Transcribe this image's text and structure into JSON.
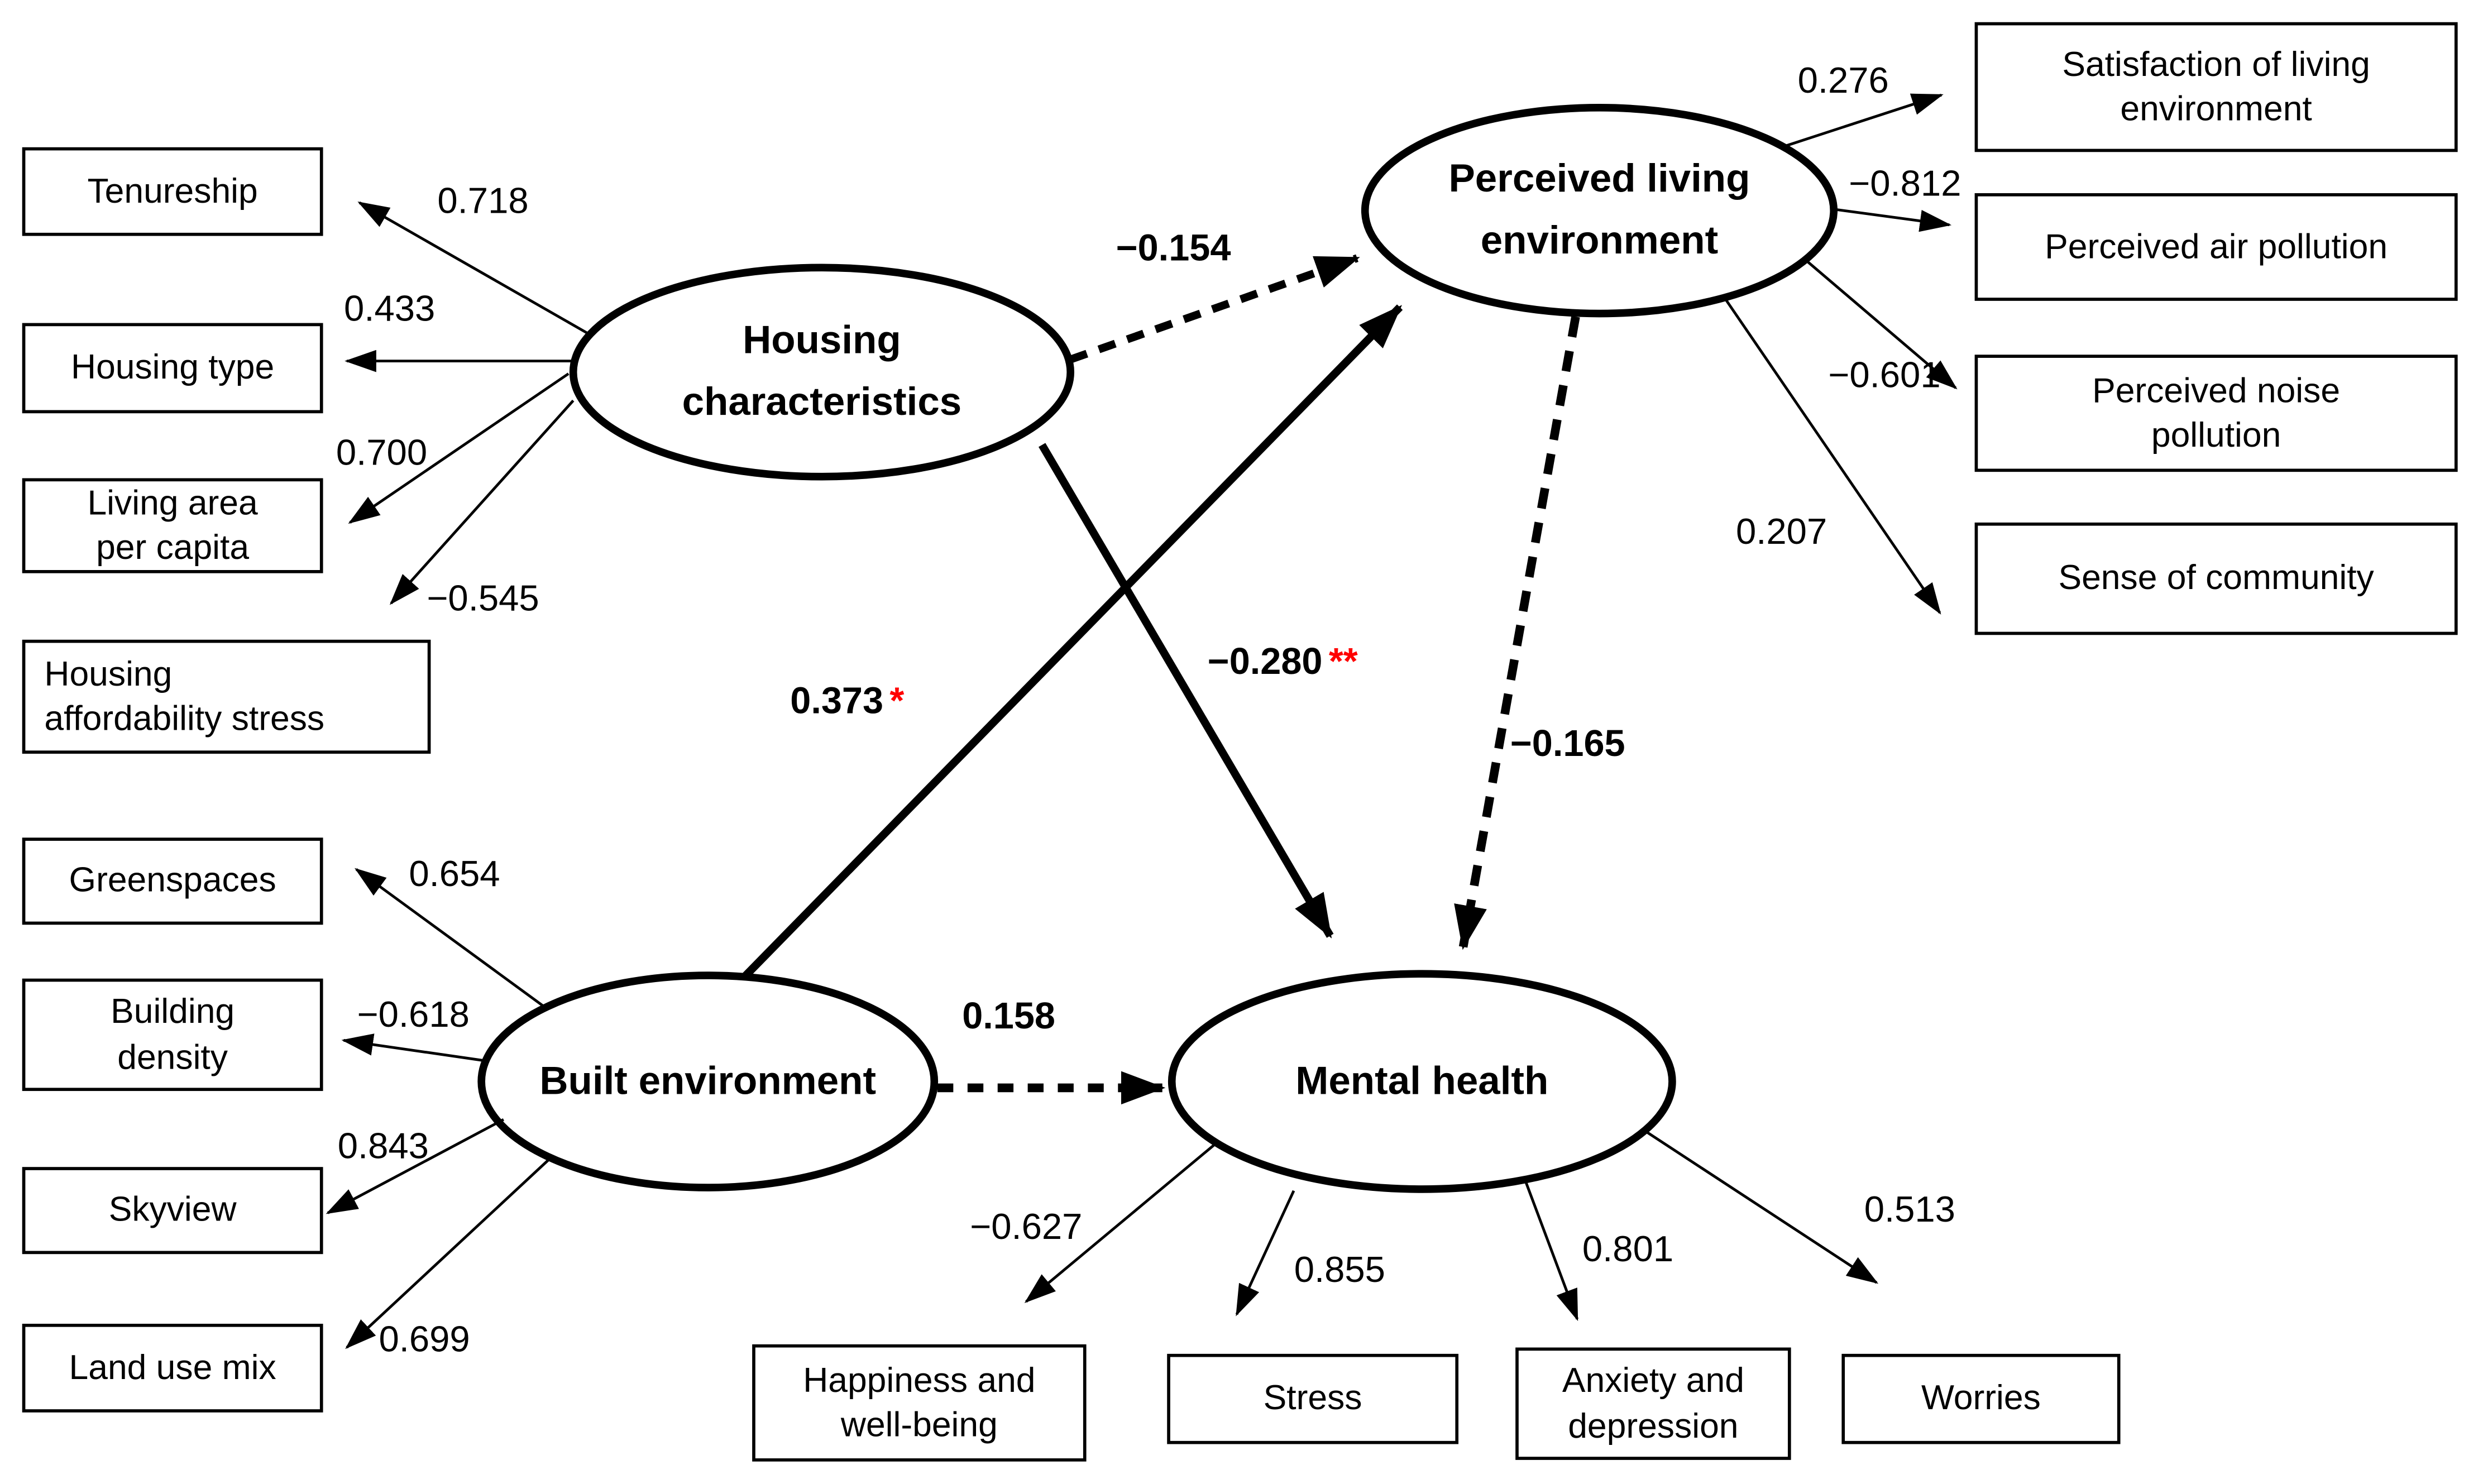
{
  "colors": {
    "line": "#000000",
    "text": "#000000",
    "box_border": "#000000",
    "background": "#ffffff",
    "significance_star": "#ff0000"
  },
  "latent_variables": [
    {
      "id": "housing-characteristics",
      "label": "Housing\ncharacteristics"
    },
    {
      "id": "perceived-living-environment",
      "label": "Perceived living\nenvironment"
    },
    {
      "id": "built-environment",
      "label": "Built environment"
    },
    {
      "id": "mental-health",
      "label": "Mental health"
    }
  ],
  "observed_variables": [
    {
      "id": "tenureship",
      "label": "Tenureship",
      "loading": "0.718",
      "latent": "Housing characteristics"
    },
    {
      "id": "housing-type",
      "label": "Housing type",
      "loading": "0.433",
      "latent": "Housing characteristics"
    },
    {
      "id": "living-area-per-capita",
      "label": "Living area\nper capita",
      "loading": "0.700",
      "latent": "Housing characteristics"
    },
    {
      "id": "housing-affordability-stress",
      "label": "Housing\naffordability stress",
      "loading": "−0.545",
      "latent": "Housing characteristics"
    },
    {
      "id": "greenspaces",
      "label": "Greenspaces",
      "loading": "0.654",
      "latent": "Built environment"
    },
    {
      "id": "building-density",
      "label": "Building\ndensity",
      "loading": "−0.618",
      "latent": "Built environment"
    },
    {
      "id": "skyview",
      "label": "Skyview",
      "loading": "0.843",
      "latent": "Built environment"
    },
    {
      "id": "land-use-mix",
      "label": "Land use mix",
      "loading": "0.699",
      "latent": "Built environment"
    },
    {
      "id": "satisfaction-of-living-environment",
      "label": "Satisfaction of living\nenvironment",
      "loading": "0.276",
      "latent": "Perceived living environment"
    },
    {
      "id": "perceived-air-pollution",
      "label": "Perceived air pollution",
      "loading": "−0.812",
      "latent": "Perceived living environment"
    },
    {
      "id": "perceived-noise-pollution",
      "label": "Perceived noise\npollution",
      "loading": "−0.601",
      "latent": "Perceived living environment"
    },
    {
      "id": "sense-of-community",
      "label": "Sense of community",
      "loading": "0.207",
      "latent": "Perceived living environment"
    },
    {
      "id": "happiness-and-well-being",
      "label": "Happiness and\nwell-being",
      "loading": "−0.627",
      "latent": "Mental health"
    },
    {
      "id": "stress",
      "label": "Stress",
      "loading": "0.855",
      "latent": "Mental health"
    },
    {
      "id": "anxiety-and-depression",
      "label": "Anxiety and\ndepression",
      "loading": "0.801",
      "latent": "Mental health"
    },
    {
      "id": "worries",
      "label": "Worries",
      "loading": "0.513",
      "latent": "Mental health"
    }
  ],
  "paths": [
    {
      "from": "Housing characteristics",
      "to": "Perceived living environment",
      "coefficient": "−0.154",
      "significance": "",
      "line_style": "dashed"
    },
    {
      "from": "Housing characteristics",
      "to": "Mental health",
      "coefficient": "−0.280",
      "significance": "**",
      "line_style": "solid"
    },
    {
      "from": "Built environment",
      "to": "Perceived living environment",
      "coefficient": "0.373",
      "significance": "*",
      "line_style": "solid"
    },
    {
      "from": "Built environment",
      "to": "Mental health",
      "coefficient": "0.158",
      "significance": "",
      "line_style": "dashed"
    },
    {
      "from": "Perceived living environment",
      "to": "Mental health",
      "coefficient": "−0.165",
      "significance": "",
      "line_style": "dashed"
    }
  ]
}
